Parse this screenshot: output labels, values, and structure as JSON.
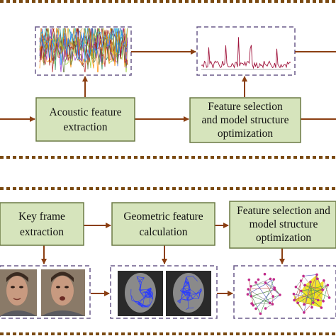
{
  "colors": {
    "border_brown": "#7a4a12",
    "box_fill": "#d6e4bc",
    "box_stroke": "#6b7a45",
    "arrow": "#8b3f12",
    "dash_panel": "#6a5a8a"
  },
  "top_panel": {
    "acoustic_box": {
      "line1": "Acoustic feature",
      "line2": "extraction"
    },
    "selection_box": {
      "line1": "Feature selection",
      "line2": "and model structure",
      "line3": "optimization"
    }
  },
  "bottom_panel": {
    "key_frame_box": {
      "line1": "Key frame",
      "line2": "extraction"
    },
    "geometric_box": {
      "line1": "Geometric feature",
      "line2": "calculation"
    },
    "selection_box": {
      "line1": "Feature selection and",
      "line2": "model structure",
      "line3": "optimization"
    }
  }
}
